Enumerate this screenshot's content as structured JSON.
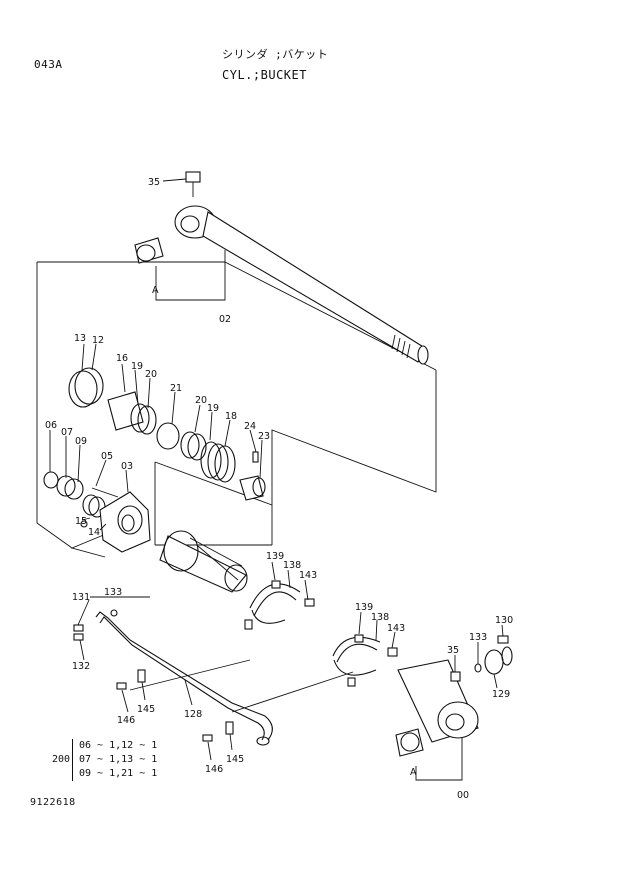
{
  "header": {
    "page_code": "043A",
    "title_jp": "シリンダ ;バケット",
    "title_en": "CYL.;BUCKET"
  },
  "callouts": {
    "c35_top": "35",
    "c02": "02",
    "cA_top": "A",
    "c13": "13",
    "c12": "12",
    "c16": "16",
    "c19a": "19",
    "c20a": "20",
    "c21": "21",
    "c20b": "20",
    "c19b": "19",
    "c18": "18",
    "c24": "24",
    "c23": "23",
    "c06": "06",
    "c07": "07",
    "c09": "09",
    "c05": "05",
    "c03": "03",
    "c15": "15",
    "c14": "14",
    "c139a": "139",
    "c138a": "138",
    "c143a": "143",
    "c133a": "133",
    "c131": "131",
    "c132": "132",
    "c139b": "139",
    "c138b": "138",
    "c143b": "143",
    "c130": "130",
    "c35_bot": "35",
    "c133b": "133",
    "c129": "129",
    "c146a": "146",
    "c145a": "145",
    "c128": "128",
    "c146b": "146",
    "c145b": "145",
    "cA_bot": "A",
    "c00": "00"
  },
  "legend": {
    "prefix": "200",
    "rows": [
      "06 ~ 1,12 ~ 1",
      "07 ~ 1,13 ~ 1",
      "09 ~ 1,21 ~ 1"
    ]
  },
  "footer": {
    "drawing_no": "9122618"
  }
}
